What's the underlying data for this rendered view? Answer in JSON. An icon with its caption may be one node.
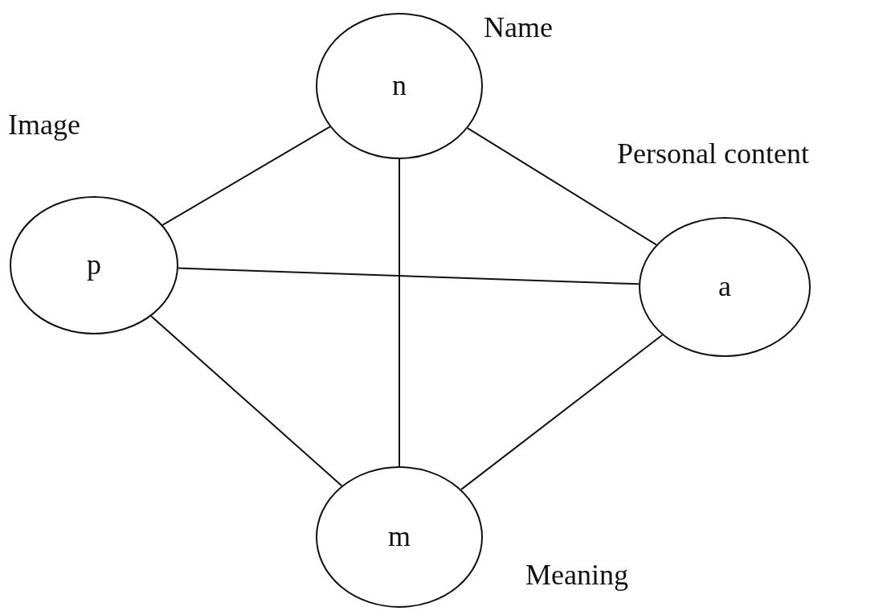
{
  "diagram": {
    "nodes": [
      {
        "text": [
          "n"
        ],
        "beside": [
          "Name"
        ]
      },
      {
        "text": [
          "p"
        ],
        "beside": [
          "Image"
        ]
      },
      {
        "text": [
          "a"
        ],
        "beside": [
          "Personal content"
        ]
      },
      {
        "text": [
          "m"
        ],
        "beside": [
          "Meaning"
        ]
      }
    ],
    "edges": [
      {
        "from": 1,
        "to": 0,
        "arrow": "none"
      },
      {
        "from": 0,
        "to": 2,
        "arrow": "none"
      },
      {
        "from": 0,
        "to": 3,
        "arrow": "none"
      },
      {
        "from": 1,
        "to": 2,
        "arrow": "none"
      },
      {
        "from": 1,
        "to": 3,
        "arrow": "none"
      },
      {
        "from": 2,
        "to": 3,
        "arrow": "none"
      }
    ]
  }
}
